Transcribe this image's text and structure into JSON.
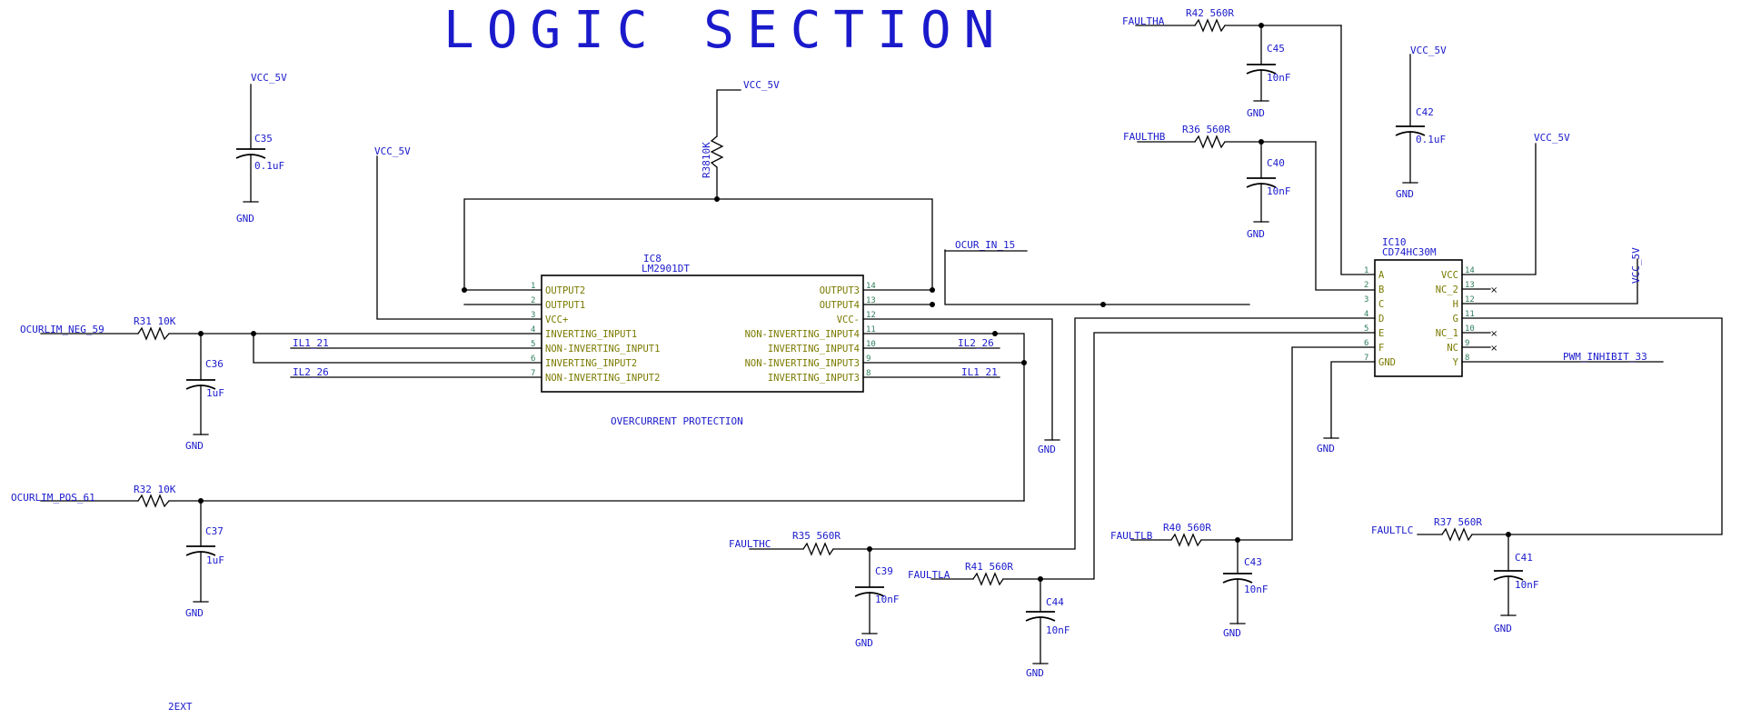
{
  "title": "LOGIC SECTION",
  "footer_label": "2EXT",
  "note_label": "OVERCURRENT PROTECTION",
  "power": {
    "vcc": "VCC_5V",
    "gnd": "GND"
  },
  "ic8": {
    "ref": "IC8",
    "part": "LM2901DT",
    "left_pins": [
      {
        "num": "1",
        "name": "OUTPUT2"
      },
      {
        "num": "2",
        "name": "OUTPUT1"
      },
      {
        "num": "3",
        "name": "VCC+"
      },
      {
        "num": "4",
        "name": "INVERTING_INPUT1"
      },
      {
        "num": "5",
        "name": "NON-INVERTING_INPUT1"
      },
      {
        "num": "6",
        "name": "INVERTING_INPUT2"
      },
      {
        "num": "7",
        "name": "NON-INVERTING_INPUT2"
      }
    ],
    "right_pins": [
      {
        "num": "14",
        "name": "OUTPUT3"
      },
      {
        "num": "13",
        "name": "OUTPUT4"
      },
      {
        "num": "12",
        "name": "VCC-"
      },
      {
        "num": "11",
        "name": "NON-INVERTING_INPUT4"
      },
      {
        "num": "10",
        "name": "INVERTING_INPUT4"
      },
      {
        "num": "9",
        "name": "NON-INVERTING_INPUT3"
      },
      {
        "num": "8",
        "name": "INVERTING_INPUT3"
      }
    ]
  },
  "ic10": {
    "ref": "IC10",
    "part": "CD74HC30M",
    "left_pins": [
      {
        "num": "1",
        "name": "A"
      },
      {
        "num": "2",
        "name": "B"
      },
      {
        "num": "3",
        "name": "C"
      },
      {
        "num": "4",
        "name": "D"
      },
      {
        "num": "5",
        "name": "E"
      },
      {
        "num": "6",
        "name": "F"
      },
      {
        "num": "7",
        "name": "GND"
      }
    ],
    "right_pins": [
      {
        "num": "14",
        "name": "VCC"
      },
      {
        "num": "13",
        "name": "NC_2"
      },
      {
        "num": "12",
        "name": "H"
      },
      {
        "num": "11",
        "name": "G"
      },
      {
        "num": "10",
        "name": "NC_1"
      },
      {
        "num": "9",
        "name": "NC"
      },
      {
        "num": "8",
        "name": "Y"
      }
    ]
  },
  "resistors": {
    "r38": {
      "ref": "R38",
      "value": "10K"
    },
    "r31": {
      "ref": "R31",
      "value": "10K"
    },
    "r32": {
      "ref": "R32",
      "value": "10K"
    },
    "r42": {
      "ref": "R42",
      "value": "560R"
    },
    "r36": {
      "ref": "R36",
      "value": "560R"
    },
    "r35": {
      "ref": "R35",
      "value": "560R"
    },
    "r41": {
      "ref": "R41",
      "value": "560R"
    },
    "r40": {
      "ref": "R40",
      "value": "560R"
    },
    "r37": {
      "ref": "R37",
      "value": "560R"
    }
  },
  "capacitors": {
    "c35": {
      "ref": "C35",
      "value": "0.1uF"
    },
    "c36": {
      "ref": "C36",
      "value": "1uF"
    },
    "c37": {
      "ref": "C37",
      "value": "1uF"
    },
    "c45": {
      "ref": "C45",
      "value": "10nF"
    },
    "c40": {
      "ref": "C40",
      "value": "10nF"
    },
    "c42": {
      "ref": "C42",
      "value": "0.1uF"
    },
    "c39": {
      "ref": "C39",
      "value": "10nF"
    },
    "c44": {
      "ref": "C44",
      "value": "10nF"
    },
    "c43": {
      "ref": "C43",
      "value": "10nF"
    },
    "c41": {
      "ref": "C41",
      "value": "10nF"
    }
  },
  "nets": {
    "ocurlim_neg": "OCURLIM_NEG_59",
    "ocurlim_pos": "OCURLIM_POS_61",
    "il1": "IL1_21",
    "il2": "IL2_26",
    "ocur_in": "OCUR_IN_15",
    "pwm_inhibit": "PWM_INHIBIT_33",
    "faultha": "FAULTHA",
    "faulthb": "FAULTHB",
    "faulthc": "FAULTHC",
    "faultla": "FAULTLA",
    "faultlb": "FAULTLB",
    "faultlc": "FAULTLC"
  }
}
